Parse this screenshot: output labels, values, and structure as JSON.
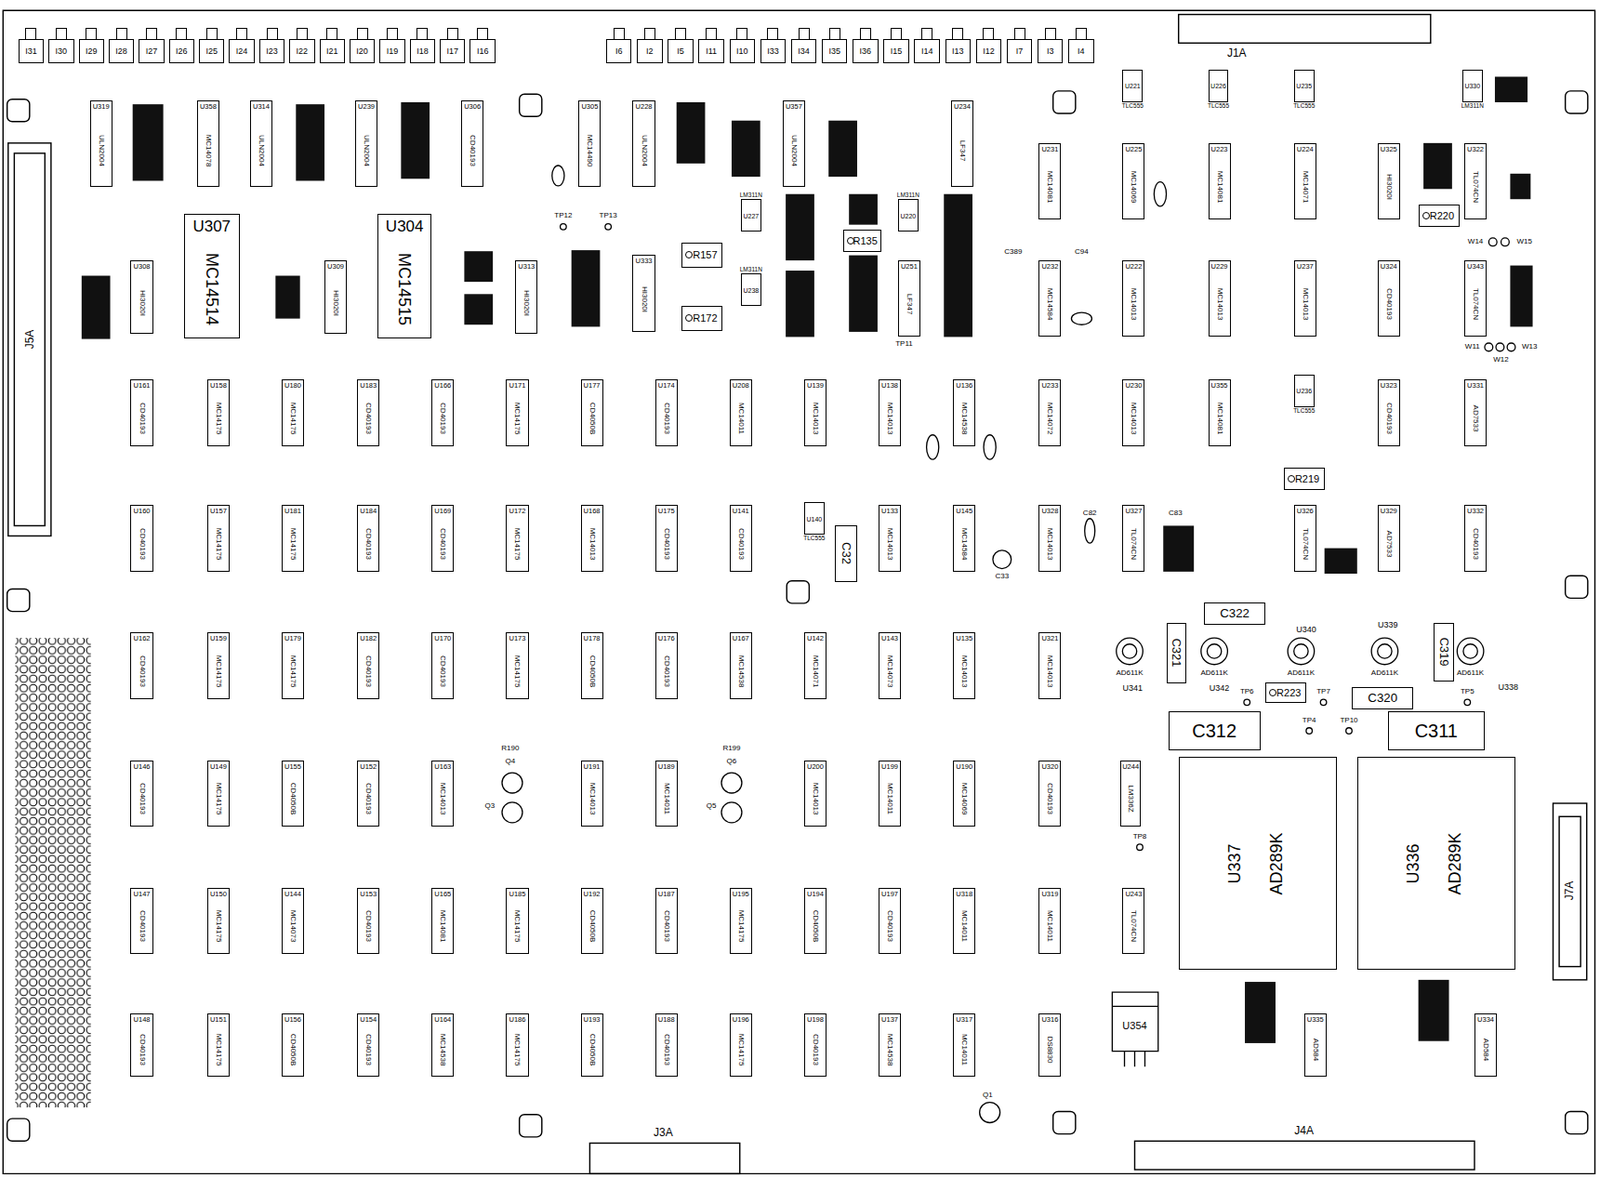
{
  "diagram": {
    "nodes": [
      {
        "text": [
          "I31"
        ]
      },
      {
        "text": [
          "I30"
        ]
      },
      {
        "text": [
          "I29"
        ]
      },
      {
        "text": [
          "I28"
        ]
      },
      {
        "text": [
          "I27"
        ]
      },
      {
        "text": [
          "I26"
        ]
      },
      {
        "text": [
          "I25"
        ]
      },
      {
        "text": [
          "I24"
        ]
      },
      {
        "text": [
          "I23"
        ]
      },
      {
        "text": [
          "I22"
        ]
      },
      {
        "text": [
          "I21"
        ]
      },
      {
        "text": [
          "I20"
        ]
      },
      {
        "text": [
          "I19"
        ]
      },
      {
        "text": [
          "I18"
        ]
      },
      {
        "text": [
          "I17"
        ]
      },
      {
        "text": [
          "I16"
        ]
      },
      {
        "text": [
          "I6"
        ]
      },
      {
        "text": [
          "I2"
        ]
      },
      {
        "text": [
          "I5"
        ]
      },
      {
        "text": [
          "I11"
        ]
      },
      {
        "text": [
          "I10"
        ]
      },
      {
        "text": [
          "I33"
        ]
      },
      {
        "text": [
          "I34"
        ]
      },
      {
        "text": [
          "I35"
        ]
      },
      {
        "text": [
          "I36"
        ]
      },
      {
        "text": [
          "I15"
        ]
      },
      {
        "text": [
          "I14"
        ]
      },
      {
        "text": [
          "I13"
        ]
      },
      {
        "text": [
          "I12"
        ]
      },
      {
        "text": [
          "I7"
        ]
      },
      {
        "text": [
          "I3"
        ]
      },
      {
        "text": [
          "I4"
        ]
      },
      {
        "text": [
          "U319",
          "ULN2004"
        ]
      },
      {
        "text": [
          "U358",
          "MC14078"
        ]
      },
      {
        "text": [
          "U314",
          "ULN2004"
        ]
      },
      {
        "text": [
          "U239",
          "ULN2004"
        ]
      },
      {
        "text": [
          "U306",
          "CD40193"
        ]
      },
      {
        "text": [
          "U305",
          "MC14490"
        ]
      },
      {
        "text": [
          "U228",
          "ULN2004"
        ]
      },
      {
        "text": [
          "U357",
          "ULN2004"
        ]
      },
      {
        "text": [
          "U234",
          "LF347"
        ]
      },
      {
        "text": [
          "U221",
          "TLC555"
        ]
      },
      {
        "text": [
          "U226",
          "TLC555"
        ]
      },
      {
        "text": [
          "U235",
          "TLC555"
        ]
      },
      {
        "text": [
          "U330",
          "LM311N"
        ]
      },
      {
        "text": [
          "U231",
          "MC14081"
        ]
      },
      {
        "text": [
          "U225",
          "MC14069"
        ]
      },
      {
        "text": [
          "U223",
          "MC14081"
        ]
      },
      {
        "text": [
          "U224",
          "MC14071"
        ]
      },
      {
        "text": [
          "U325",
          "HI3020I"
        ]
      },
      {
        "text": [
          "U322",
          "TL074CN"
        ]
      },
      {
        "text": [
          "U308",
          "HI3020I"
        ]
      },
      {
        "text": [
          "U307",
          "MC14514"
        ]
      },
      {
        "text": [
          "U309",
          "HI3020I"
        ]
      },
      {
        "text": [
          "U304",
          "MC14515"
        ]
      },
      {
        "text": [
          "U313",
          "HI3020I"
        ]
      },
      {
        "text": [
          "U333",
          "HI3020I"
        ]
      },
      {
        "text": [
          "U227",
          "LM311N"
        ]
      },
      {
        "text": [
          "U238",
          "LM311N"
        ]
      },
      {
        "text": [
          "U220",
          "LM311N"
        ]
      },
      {
        "text": [
          "U251",
          "LF347"
        ]
      },
      {
        "text": [
          "U232",
          "MC14584"
        ]
      },
      {
        "text": [
          "U222",
          "MC14013"
        ]
      },
      {
        "text": [
          "U229",
          "MC14013"
        ]
      },
      {
        "text": [
          "U237",
          "MC14013"
        ]
      },
      {
        "text": [
          "U324",
          "CD40193"
        ]
      },
      {
        "text": [
          "U343",
          "TL074CN"
        ]
      },
      {
        "text": [
          "U161",
          "CD40193"
        ]
      },
      {
        "text": [
          "U158",
          "MC14175"
        ]
      },
      {
        "text": [
          "U180",
          "MC14175"
        ]
      },
      {
        "text": [
          "U183",
          "CD40193"
        ]
      },
      {
        "text": [
          "U166",
          "CD40193"
        ]
      },
      {
        "text": [
          "U171",
          "MC14175"
        ]
      },
      {
        "text": [
          "U177",
          "CD4050B"
        ]
      },
      {
        "text": [
          "U174",
          "CD40193"
        ]
      },
      {
        "text": [
          "U208",
          "MC14011"
        ]
      },
      {
        "text": [
          "U139",
          "MC14013"
        ]
      },
      {
        "text": [
          "U138",
          "MC14013"
        ]
      },
      {
        "text": [
          "U136",
          "MC14538"
        ]
      },
      {
        "text": [
          "U233",
          "MC14072"
        ]
      },
      {
        "text": [
          "U230",
          "MC14013"
        ]
      },
      {
        "text": [
          "U355",
          "MC14081"
        ]
      },
      {
        "text": [
          "U236",
          "TLC555"
        ]
      },
      {
        "text": [
          "U323",
          "CD40193"
        ]
      },
      {
        "text": [
          "U331",
          "AD7533"
        ]
      },
      {
        "text": [
          "U160",
          "CD40193"
        ]
      },
      {
        "text": [
          "U157",
          "MC14175"
        ]
      },
      {
        "text": [
          "U181",
          "MC14175"
        ]
      },
      {
        "text": [
          "U184",
          "CD40193"
        ]
      },
      {
        "text": [
          "U169",
          "CD40193"
        ]
      },
      {
        "text": [
          "U172",
          "MC14175"
        ]
      },
      {
        "text": [
          "U168",
          "MC14013"
        ]
      },
      {
        "text": [
          "U175",
          "CD40193"
        ]
      },
      {
        "text": [
          "U141",
          "CD40193"
        ]
      },
      {
        "text": [
          "U140",
          "TLC555"
        ]
      },
      {
        "text": [
          "U133",
          "MC14013"
        ]
      },
      {
        "text": [
          "U145",
          "MC14584"
        ]
      },
      {
        "text": [
          "U328",
          "MC14013"
        ]
      },
      {
        "text": [
          "U327",
          "TL074CN"
        ]
      },
      {
        "text": [
          "U326",
          "TL074CN"
        ]
      },
      {
        "text": [
          "U329",
          "AD7533"
        ]
      },
      {
        "text": [
          "U332",
          "CD40193"
        ]
      },
      {
        "text": [
          "U162",
          "CD40193"
        ]
      },
      {
        "text": [
          "U159",
          "MC14175"
        ]
      },
      {
        "text": [
          "U179",
          "MC14175"
        ]
      },
      {
        "text": [
          "U182",
          "CD40193"
        ]
      },
      {
        "text": [
          "U170",
          "CD40193"
        ]
      },
      {
        "text": [
          "U173",
          "MC14175"
        ]
      },
      {
        "text": [
          "U178",
          "CD4050B"
        ]
      },
      {
        "text": [
          "U176",
          "CD40193"
        ]
      },
      {
        "text": [
          "U167",
          "MC14538"
        ]
      },
      {
        "text": [
          "U142",
          "MC14071"
        ]
      },
      {
        "text": [
          "U143",
          "MC14073"
        ]
      },
      {
        "text": [
          "U135",
          "MC14013"
        ]
      },
      {
        "text": [
          "U321",
          "MC14013"
        ]
      },
      {
        "text": [
          "U146",
          "CD40193"
        ]
      },
      {
        "text": [
          "U149",
          "MC14175"
        ]
      },
      {
        "text": [
          "U155",
          "CD4050B"
        ]
      },
      {
        "text": [
          "U152",
          "CD40193"
        ]
      },
      {
        "text": [
          "U163",
          "MC14013"
        ]
      },
      {
        "text": [
          "U191",
          "MC14013"
        ]
      },
      {
        "text": [
          "U189",
          "MC14011"
        ]
      },
      {
        "text": [
          "U200",
          "MC14013"
        ]
      },
      {
        "text": [
          "U199",
          "MC14011"
        ]
      },
      {
        "text": [
          "U190",
          "MC14069"
        ]
      },
      {
        "text": [
          "U320",
          "CD40193"
        ]
      },
      {
        "text": [
          "U244",
          "LM336Z"
        ]
      },
      {
        "text": [
          "U147",
          "CD40193"
        ]
      },
      {
        "text": [
          "U150",
          "MC14175"
        ]
      },
      {
        "text": [
          "U144",
          "MC14073"
        ]
      },
      {
        "text": [
          "U153",
          "CD40193"
        ]
      },
      {
        "text": [
          "U165",
          "MC14081"
        ]
      },
      {
        "text": [
          "U185",
          "MC14175"
        ]
      },
      {
        "text": [
          "U192",
          "CD4050B"
        ]
      },
      {
        "text": [
          "U187",
          "CD40193"
        ]
      },
      {
        "text": [
          "U195",
          "MC14175"
        ]
      },
      {
        "text": [
          "U194",
          "CD4050B"
        ]
      },
      {
        "text": [
          "U197",
          "CD40193"
        ]
      },
      {
        "text": [
          "U318",
          "MC14011"
        ]
      },
      {
        "text": [
          "U319",
          "MC14011"
        ]
      },
      {
        "text": [
          "U243",
          "TL074CN"
        ]
      },
      {
        "text": [
          "U148",
          "CD40193"
        ]
      },
      {
        "text": [
          "U151",
          "MC14175"
        ]
      },
      {
        "text": [
          "U156",
          "CD4050B"
        ]
      },
      {
        "text": [
          "U154",
          "CD40193"
        ]
      },
      {
        "text": [
          "U164",
          "MC14538"
        ]
      },
      {
        "text": [
          "U186",
          "MC14175"
        ]
      },
      {
        "text": [
          "U193",
          "CD4050B"
        ]
      },
      {
        "text": [
          "U188",
          "CD40193"
        ]
      },
      {
        "text": [
          "U196",
          "MC14175"
        ]
      },
      {
        "text": [
          "U198",
          "CD40193"
        ]
      },
      {
        "text": [
          "U137",
          "MC14538"
        ]
      },
      {
        "text": [
          "U317",
          "MC14011"
        ]
      },
      {
        "text": [
          "U316",
          "DS8830"
        ]
      },
      {
        "text": [
          "U335",
          "AD584"
        ]
      },
      {
        "text": [
          "U334",
          "AD584"
        ]
      },
      {
        "text": [
          "U337",
          "AD289K"
        ]
      },
      {
        "text": [
          "U336",
          "AD289K"
        ]
      },
      {
        "text": [
          "C312"
        ]
      },
      {
        "text": [
          "C311"
        ]
      },
      {
        "text": [
          "C322"
        ]
      },
      {
        "text": [
          "C320"
        ]
      },
      {
        "text": [
          "C321"
        ]
      },
      {
        "text": [
          "C319"
        ]
      },
      {
        "text": [
          "C32"
        ]
      },
      {
        "text": [
          "R157"
        ]
      },
      {
        "text": [
          "R172"
        ]
      },
      {
        "text": [
          "R135"
        ]
      },
      {
        "text": [
          "R219"
        ]
      },
      {
        "text": [
          "R220"
        ]
      },
      {
        "text": [
          "R223"
        ]
      }
    ],
    "labels": [
      "J5A",
      "J1A",
      "J3A",
      "J4A",
      "J7A",
      "TP12",
      "TP13",
      "TP11",
      "TP6",
      "TP7",
      "TP5",
      "TP4",
      "TP10",
      "TP8",
      "AD611K",
      "AD611K",
      "AD611K",
      "AD611K",
      "AD611K",
      "U341",
      "U342",
      "U340",
      "U339",
      "U338",
      "U354",
      "R190",
      "Q4",
      "Q3",
      "R199",
      "Q6",
      "Q5",
      "Q1",
      "W14",
      "W15",
      "W11",
      "W12",
      "W13",
      "C389",
      "C94",
      "C82",
      "C83",
      "C33"
    ]
  }
}
